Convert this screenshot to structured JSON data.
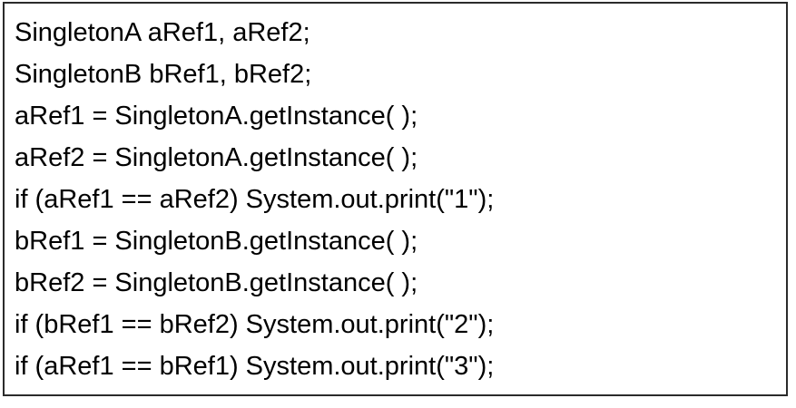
{
  "figure": {
    "kind": "code-listing",
    "language": "Java",
    "border_color": "#2b2b2b",
    "background_color": "#ffffff",
    "text_color": "#000000",
    "lines": [
      {
        "text": "SingletonA aRef1, aRef2;"
      },
      {
        "text": "SingletonB bRef1, bRef2;"
      },
      {
        "text": "aRef1 = SingletonA.getInstance( );"
      },
      {
        "text": "aRef2 = SingletonA.getInstance( );"
      },
      {
        "text": "if (aRef1 == aRef2) System.out.print(\"1\");"
      },
      {
        "text": "bRef1 = SingletonB.getInstance( );"
      },
      {
        "text": "bRef2 = SingletonB.getInstance( );"
      },
      {
        "text": "if (bRef1 == bRef2) System.out.print(\"2\");"
      },
      {
        "text": "if (aRef1 == bRef1) System.out.print(\"3\");"
      }
    ]
  }
}
